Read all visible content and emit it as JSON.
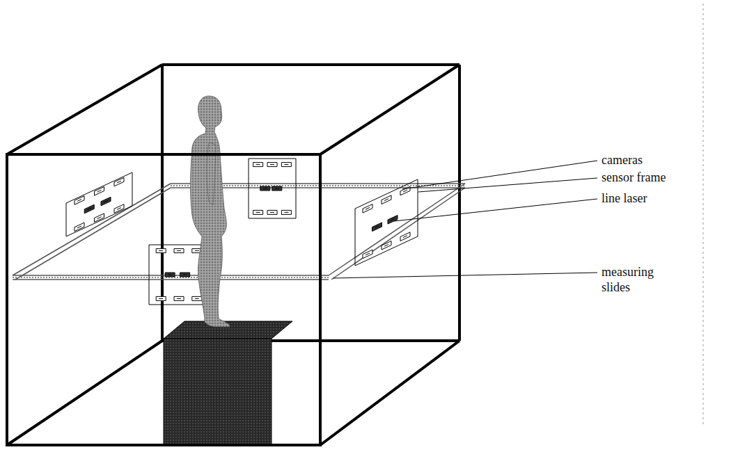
{
  "diagram": {
    "labels": [
      "cameras",
      "sensor frame",
      "line laser",
      "measuring slides"
    ]
  }
}
